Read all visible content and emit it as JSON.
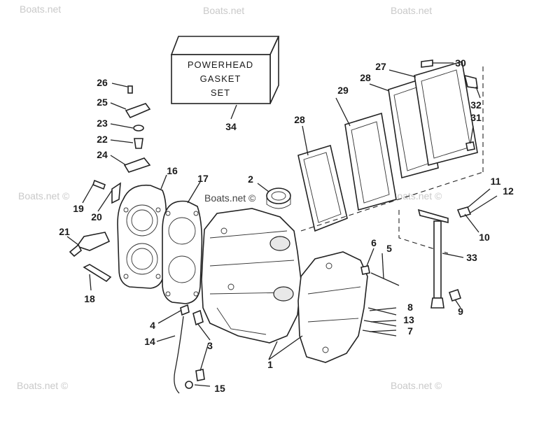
{
  "gasket_box": {
    "line1": "POWERHEAD",
    "line2": "GASKET",
    "line3": "SET"
  },
  "watermarks": [
    "Boats.net",
    "Boats.net",
    "Boats.net",
    "Boats.net ©",
    "Boats.net ©",
    "Boats.net ©",
    "Boats.net ©",
    "Boats.net ©"
  ],
  "callouts": {
    "c1": "1",
    "c2": "2",
    "c3": "3",
    "c4": "4",
    "c5": "5",
    "c6": "6",
    "c7": "7",
    "c8": "8",
    "c9": "9",
    "c10": "10",
    "c11": "11",
    "c12": "12",
    "c13": "13",
    "c14": "14",
    "c15": "15",
    "c16": "16",
    "c17": "17",
    "c18": "18",
    "c19": "19",
    "c20": "20",
    "c21": "21",
    "c22": "22",
    "c23": "23",
    "c24": "24",
    "c25": "25",
    "c26": "26",
    "c27": "27",
    "c28a": "28",
    "c28b": "28",
    "c29": "29",
    "c30": "30",
    "c31": "31",
    "c32": "32",
    "c33": "33",
    "c34": "34"
  }
}
